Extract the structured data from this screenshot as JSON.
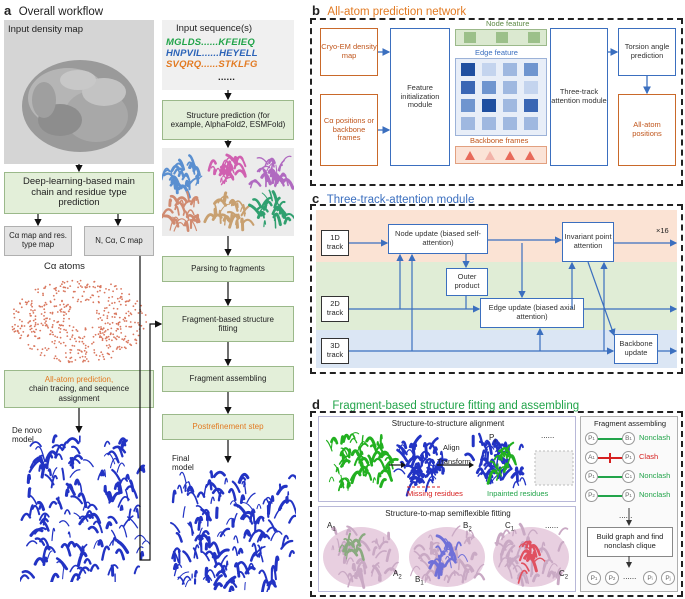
{
  "panel_a": {
    "letter": "a",
    "title": "Overall workflow",
    "input_density_map": "Input density map",
    "input_sequences": "Input sequence(s)",
    "seq_lines": [
      {
        "left": "MGLDS......",
        "right": "KFEIEQ",
        "color": "#22a44a"
      },
      {
        "left": "HNPVIL......",
        "right": "HEYELL",
        "color": "#2b63b8"
      },
      {
        "left": "SVQRQ......",
        "right": "STKLFG",
        "color": "#e27a22"
      }
    ],
    "seq_ellipsis": "......",
    "deep_learning_box": "Deep-learning-based main chain and residue type prediction",
    "ca_map_box": "Cα map and res. type map",
    "n_ca_c_box": "N, Cα, C map",
    "ca_atoms": "Cα atoms",
    "all_atom_box_orange": "All-atom prediction,",
    "all_atom_box_rest": "chain tracing, and sequence assignment",
    "de_novo_model": "De novo model",
    "structure_prediction_box": "Structure prediction (for example, AlphaFold2, ESMFold)",
    "parsing_box": "Parsing to fragments",
    "fragment_fitting_box": "Fragment-based structure fitting",
    "fragment_assembling_box": "Fragment assembling",
    "postrefinement_box": "Postrefinement step",
    "final_model": "Final model"
  },
  "panel_b": {
    "letter": "b",
    "title": "All-atom prediction network",
    "cryo_em": "Cryo-EM density map",
    "ca_positions": "Cα positions or backbone frames",
    "feature_init": "Feature initialization module",
    "node_feature": "Node feature",
    "edge_feature": "Edge feature",
    "backbone_frames": "Backbone frames",
    "three_track": "Three-track attention module",
    "torsion": "Torsion angle prediction",
    "all_atom_positions": "All-atom positions"
  },
  "panel_c": {
    "letter": "c",
    "title": "Three-track-attention module",
    "track_1d": "1D track",
    "track_2d": "2D track",
    "track_3d": "3D track",
    "node_update": "Node update (biased self-attention)",
    "outer_product": "Outer product",
    "edge_update": "Edge update (biased axial attention)",
    "invariant_point": "Invariant point attention",
    "backbone_update": "Backbone update",
    "repeat": "×16"
  },
  "panel_d": {
    "letter": "d",
    "title": "Fragment-based structure fitting and assembling",
    "s2s_title": "Structure-to-structure alignment",
    "align_label": "Align",
    "transform_label": "Transform",
    "p_i": "P",
    "p_i_sub": "i",
    "missing_residues": "Missing residues",
    "inpainted_residues": "Inpainted residues",
    "s2m_title": "Structure-to-map semiflexible fitting",
    "a1": "A",
    "a1_sub": "1",
    "a2": "A",
    "a2_sub": "2",
    "b1": "B",
    "b1_sub": "1",
    "b2": "B",
    "b2_sub": "2",
    "c1": "C",
    "c1_sub": "1",
    "c2": "C",
    "c2_sub": "2",
    "dots": "......",
    "assembling_title": "Fragment assembling",
    "pairs": [
      {
        "left": "P",
        "ls": "1",
        "right": "B",
        "rs": "1",
        "label": "Nonclash",
        "clash": false
      },
      {
        "left": "A",
        "ls": "1",
        "right": "P",
        "rs": "1",
        "label": "Clash",
        "clash": true
      },
      {
        "left": "P",
        "ls": "1",
        "right": "C",
        "rs": "1",
        "label": "Nonclash",
        "clash": false
      },
      {
        "left": "P",
        "ls": "2",
        "right": "P",
        "rs": "1",
        "label": "Nonclash",
        "clash": false
      }
    ],
    "pairs_more": "......",
    "build_graph": "Build graph and find nonclash clique",
    "bottom_nodes": [
      {
        "n": "P",
        "s": "1"
      },
      {
        "n": "P",
        "s": "2"
      },
      {
        "n": "P",
        "s": "i"
      },
      {
        "n": "P",
        "s": "j"
      }
    ],
    "bottom_dots": "......"
  },
  "colors": {
    "green_box": "#e3efd9",
    "orange_accent": "#e27a22",
    "blue_line": "#3b6fbf",
    "green_text": "#22a44a",
    "clash_red": "#d62020"
  }
}
